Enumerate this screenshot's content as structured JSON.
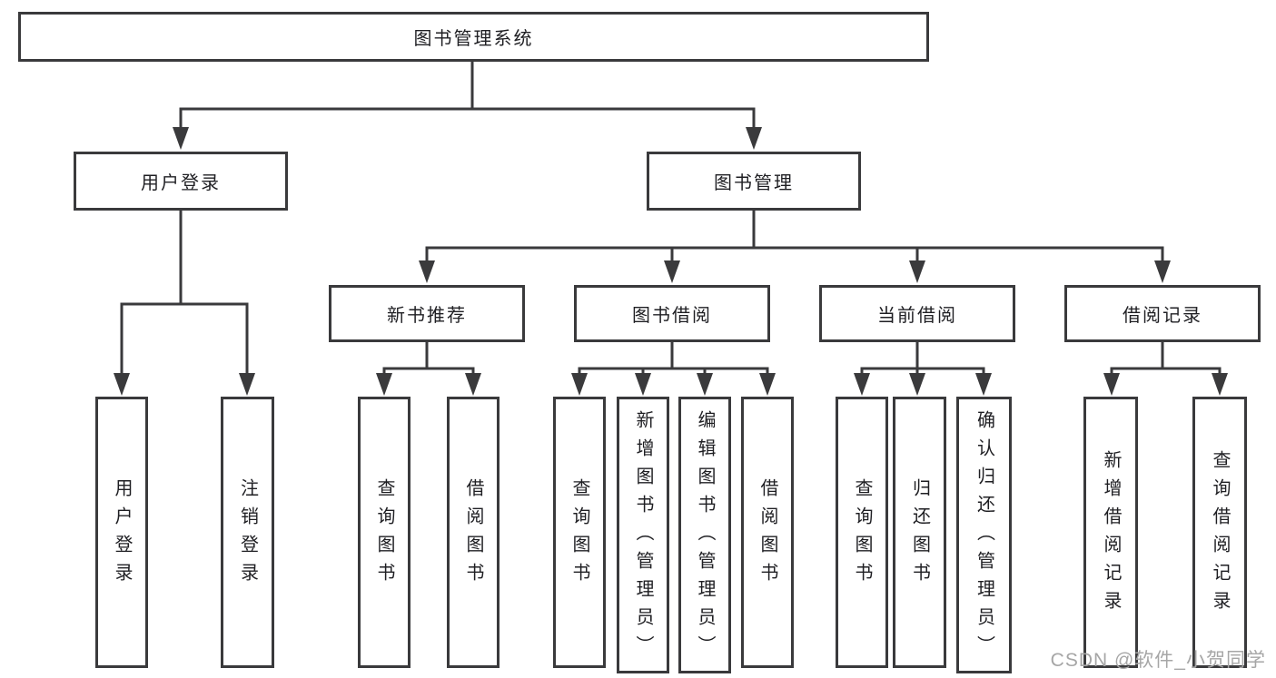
{
  "tree": {
    "root": {
      "label": "图书管理系统",
      "children": [
        {
          "label": "用户登录",
          "children": [
            {
              "label": "用户登录"
            },
            {
              "label": "注销登录"
            }
          ]
        },
        {
          "label": "图书管理",
          "children": [
            {
              "label": "新书推荐",
              "children": [
                {
                  "label": "查询图书"
                },
                {
                  "label": "借阅图书"
                }
              ]
            },
            {
              "label": "图书借阅",
              "children": [
                {
                  "label": "查询图书"
                },
                {
                  "label": "新增图书（管理员）"
                },
                {
                  "label": "编辑图书（管理员）"
                },
                {
                  "label": "借阅图书"
                }
              ]
            },
            {
              "label": "当前借阅",
              "children": [
                {
                  "label": "查询图书"
                },
                {
                  "label": "归还图书"
                },
                {
                  "label": "确认归还（管理员）"
                }
              ]
            },
            {
              "label": "借阅记录",
              "children": [
                {
                  "label": "新增借阅记录"
                },
                {
                  "label": "查询借阅记录"
                }
              ]
            }
          ]
        }
      ]
    }
  },
  "watermark": {
    "text": "CSDN @软件_小贺同学"
  },
  "colors": {
    "line": "#3a3a3c",
    "box_border": "#3a3a3c",
    "text": "#1f1f23",
    "watermark": "#a6a6a6",
    "background": "#ffffff"
  }
}
